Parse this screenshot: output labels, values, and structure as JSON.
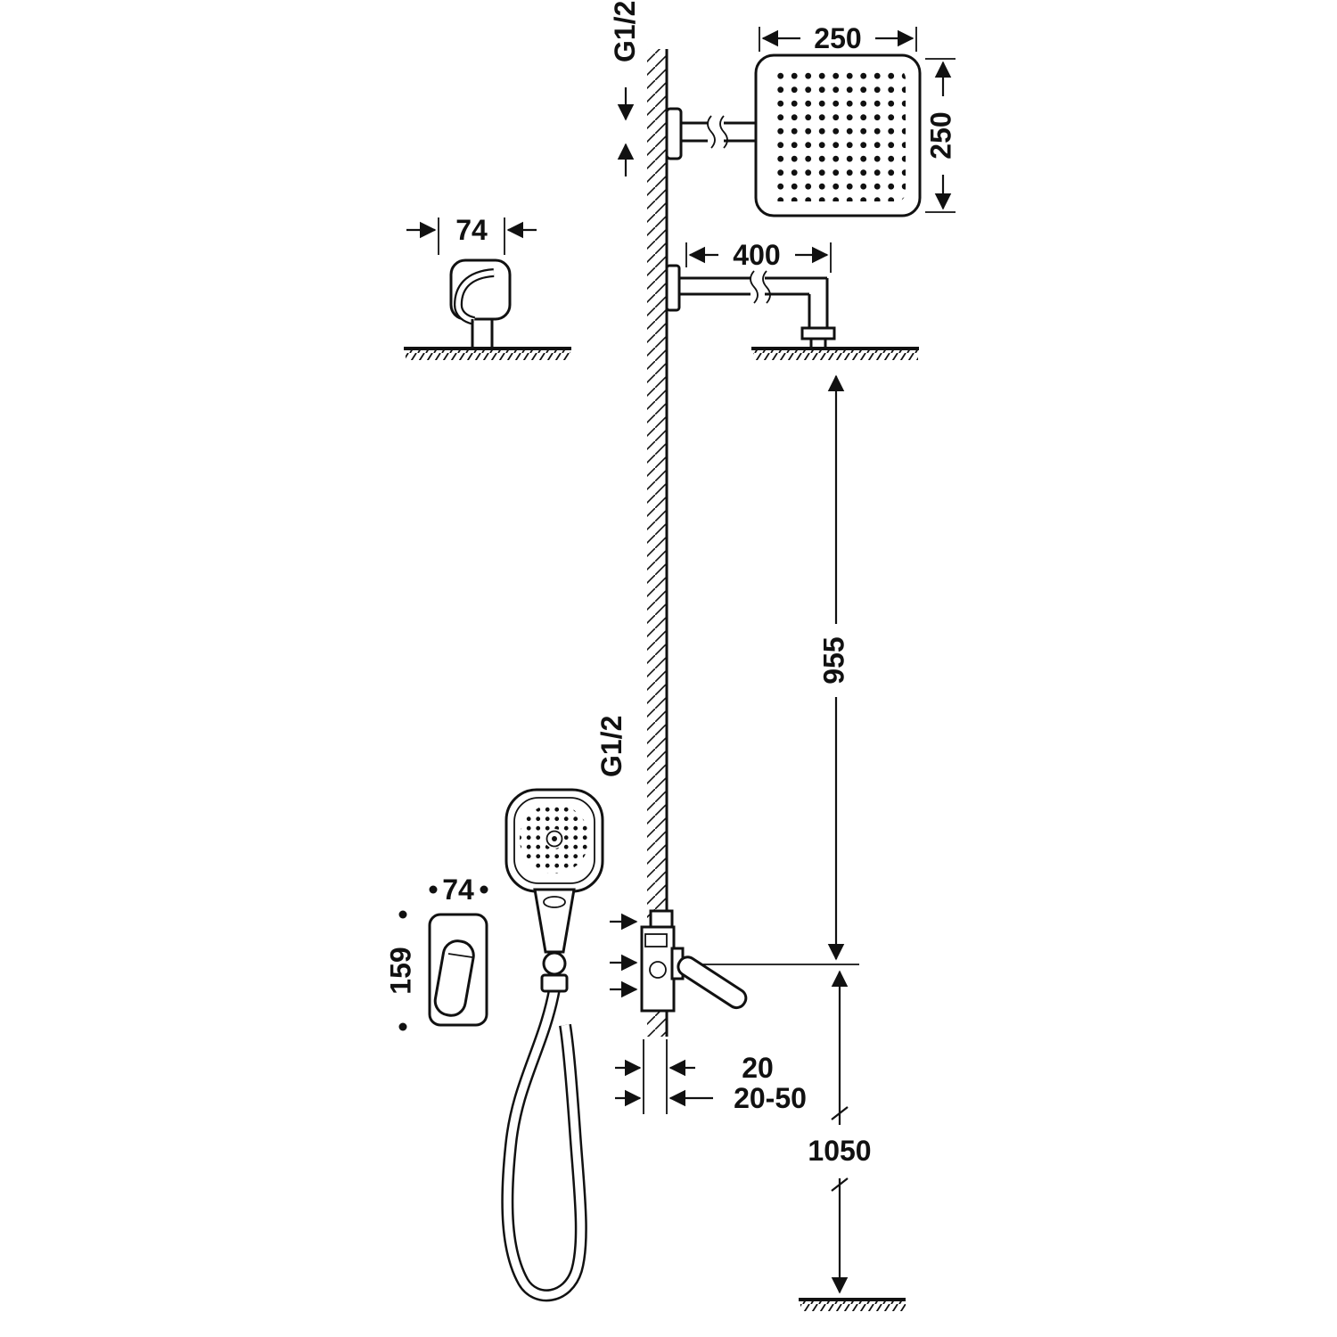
{
  "drawing": {
    "dimension_labels": {
      "top_connection": "G1/2",
      "head_width": "250",
      "head_height": "250",
      "bracket_depth": "74",
      "arm_length": "400",
      "head_to_valve": "955",
      "hand_shower_connection": "G1/2",
      "trim_plate_width": "74",
      "trim_plate_height": "159",
      "recess_depth_min": "20",
      "recess_depth_range": "20-50",
      "valve_to_floor": "1050"
    },
    "colors": {
      "line": "#111111",
      "background": "#ffffff"
    }
  }
}
